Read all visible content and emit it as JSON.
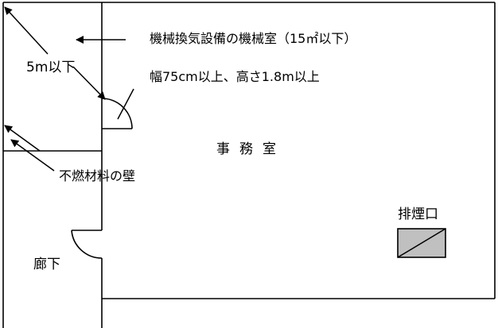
{
  "labels": {
    "mechanical_room": "機械換気設備の機械室（15㎡以下）",
    "opening_spec": "幅75cm以上、高さ1.8m以上",
    "distance": "5m以下",
    "noncombustible_wall": "不燃材料の壁",
    "office": "事務室",
    "smoke_outlet": "排煙口",
    "corridor": "廊下"
  },
  "colors": {
    "line": "#000000",
    "smoke_outlet_fill": "#c0c0c0",
    "background": "#ffffff"
  }
}
